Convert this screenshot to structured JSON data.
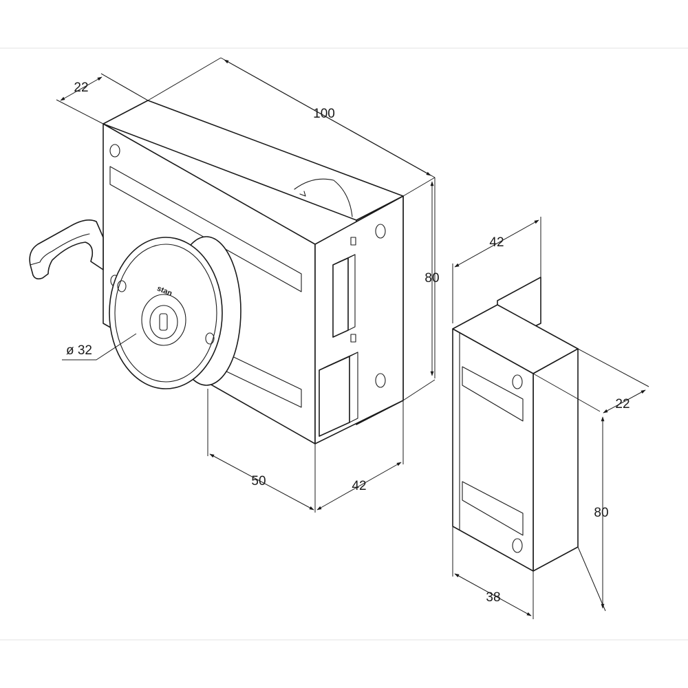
{
  "drawing": {
    "lock_body": {
      "brand": "stan",
      "dimensions": {
        "depth": "22",
        "width": "100",
        "height": "80",
        "cylinder_diameter": "ø 32",
        "cylinder_offset": "50",
        "body_thickness": "42"
      }
    },
    "strike_plate": {
      "dimensions": {
        "width": "42",
        "depth": "22",
        "height": "80",
        "base": "38"
      }
    }
  }
}
